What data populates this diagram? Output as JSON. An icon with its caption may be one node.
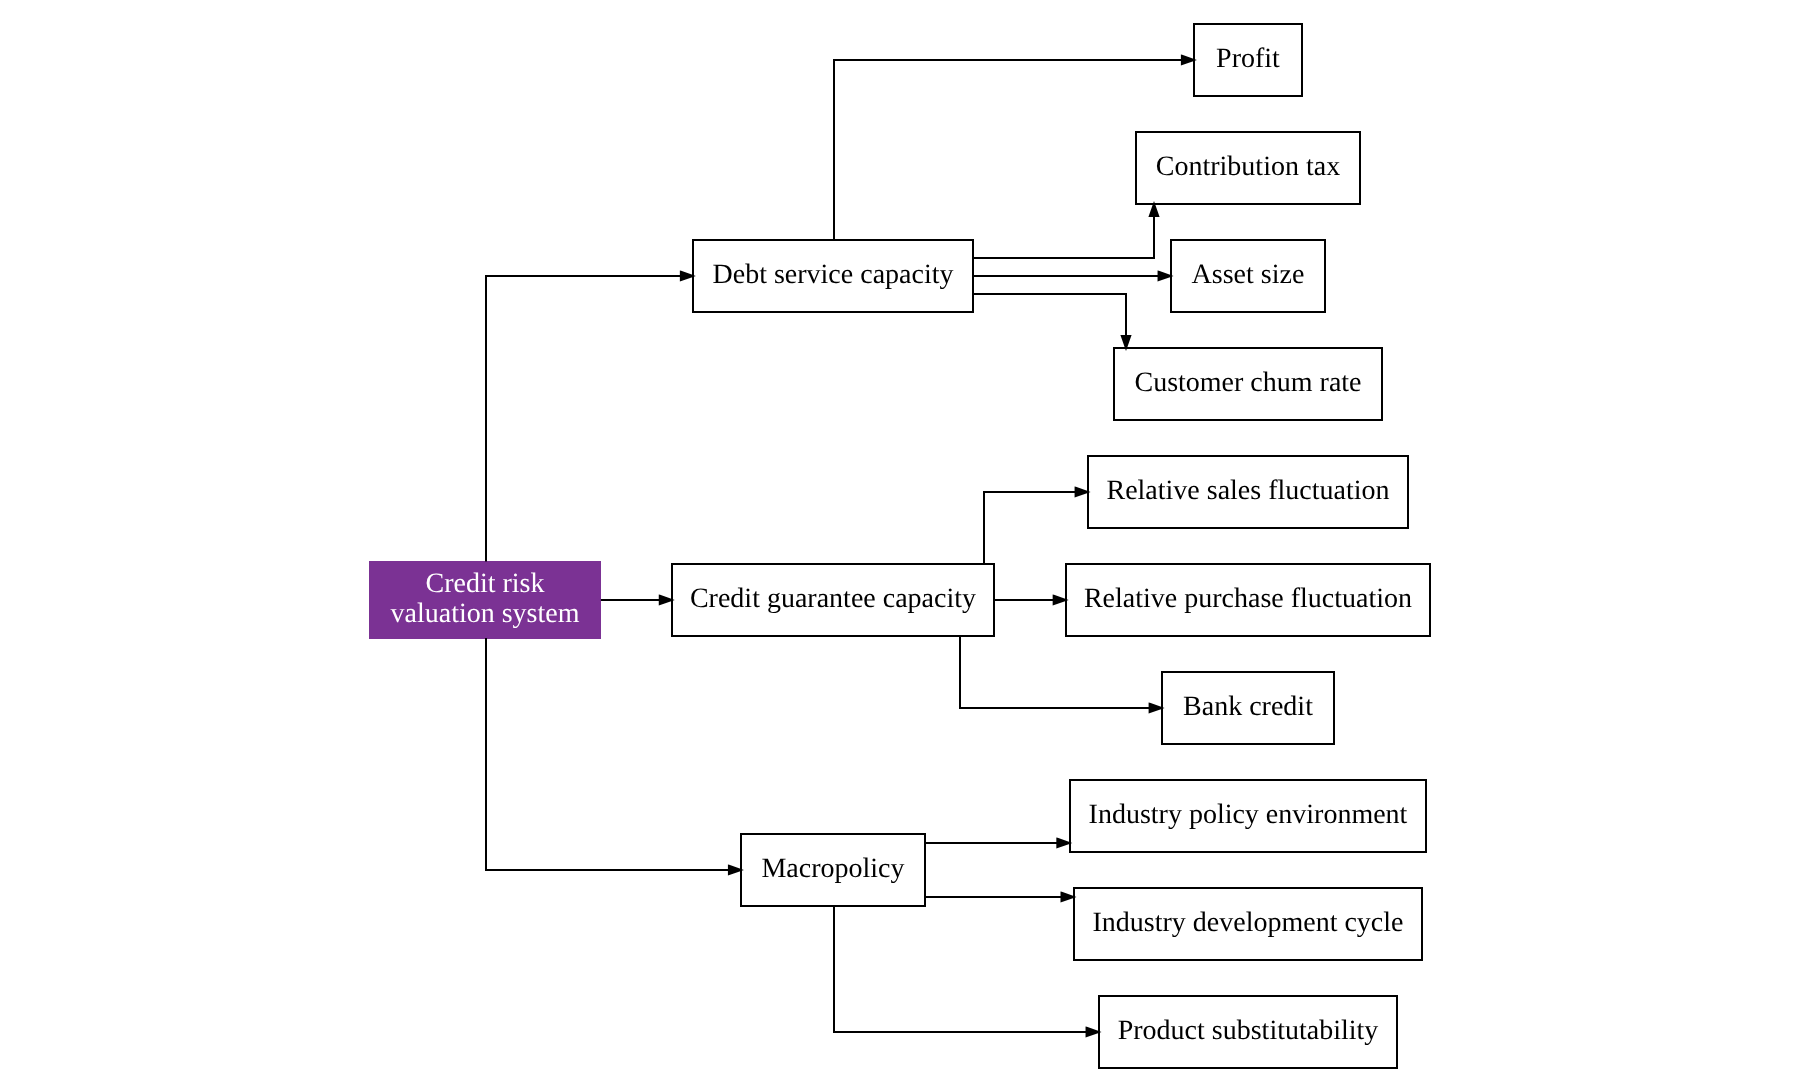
{
  "diagram": {
    "nodes": [
      {
        "text": [
          "Credit risk valuation system"
        ]
      },
      {
        "text": [
          "Debt service capacity"
        ]
      },
      {
        "text": [
          "Credit guarantee capacity"
        ]
      },
      {
        "text": [
          "Macropolicy"
        ]
      },
      {
        "text": [
          "Profit"
        ]
      },
      {
        "text": [
          "Contribution tax"
        ]
      },
      {
        "text": [
          "Asset size"
        ]
      },
      {
        "text": [
          "Customer chum rate"
        ]
      },
      {
        "text": [
          "Relative sales fluctuation"
        ]
      },
      {
        "text": [
          "Relative purchase fluctuation"
        ]
      },
      {
        "text": [
          "Bank credit"
        ]
      },
      {
        "text": [
          "Industry policy environment"
        ]
      },
      {
        "text": [
          "Industry development cycle"
        ]
      },
      {
        "text": [
          "Product substitutability"
        ]
      }
    ],
    "edges": [
      {
        "from": 0,
        "to": 1,
        "arrow": "to"
      },
      {
        "from": 0,
        "to": 2,
        "arrow": "to"
      },
      {
        "from": 0,
        "to": 3,
        "arrow": "to"
      },
      {
        "from": 1,
        "to": 4,
        "arrow": "to"
      },
      {
        "from": 1,
        "to": 5,
        "arrow": "to"
      },
      {
        "from": 1,
        "to": 6,
        "arrow": "to"
      },
      {
        "from": 1,
        "to": 7,
        "arrow": "to"
      },
      {
        "from": 2,
        "to": 8,
        "arrow": "to"
      },
      {
        "from": 2,
        "to": 9,
        "arrow": "to"
      },
      {
        "from": 2,
        "to": 10,
        "arrow": "to"
      },
      {
        "from": 3,
        "to": 11,
        "arrow": "to"
      },
      {
        "from": 3,
        "to": 12,
        "arrow": "to"
      },
      {
        "from": 3,
        "to": 13,
        "arrow": "to"
      }
    ]
  }
}
